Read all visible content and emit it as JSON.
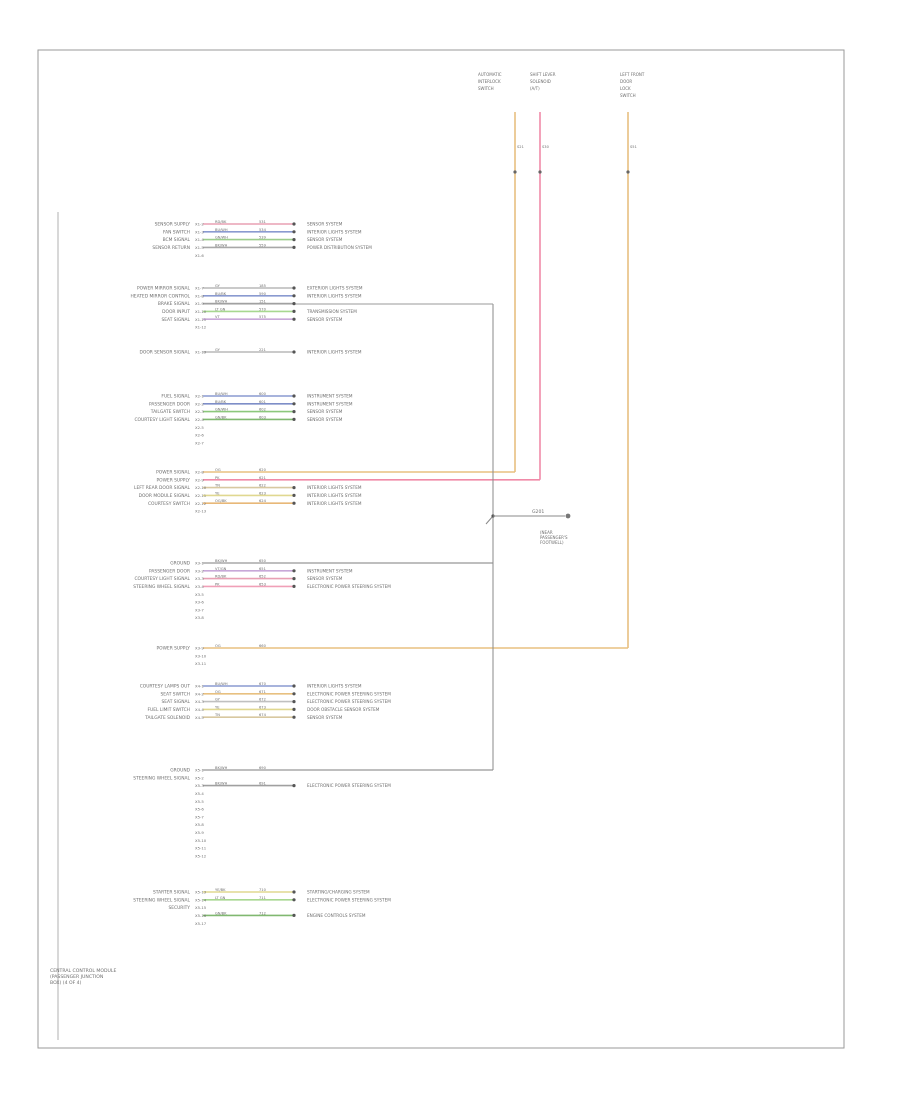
{
  "diagram": {
    "module_title": [
      "CENTRAL CONTROL MODULE",
      "(PASSENGER JUNCTION",
      "BOX) (4 OF 4)"
    ],
    "footer_code": "",
    "top_devices": [
      {
        "lines": [
          "AUTOMATIC",
          "INTERLOCK",
          "SWITCH"
        ],
        "pin": "S21"
      },
      {
        "lines": [
          "SHIFT LEVER",
          "SOLENOID",
          "(A/T)"
        ],
        "pin": "S30"
      },
      {
        "lines": [
          "LEFT FRONT",
          "DOOR",
          "LOCK",
          "SWITCH"
        ],
        "pin": "S51"
      }
    ],
    "ground": {
      "label": "G201",
      "lines": [
        "(NEAR",
        "PASSENGER'S",
        "FOOTWELL)"
      ]
    },
    "groups": [
      {
        "labels": [
          "SENSOR SUPPLY",
          "FAN SWITCH",
          "BCM SIGNAL",
          "SENSOR RETURN"
        ],
        "wires": [
          {
            "pin": "X1-2",
            "code": "RD/BK",
            "num": "531",
            "color": "#e8a0b4",
            "dest": "SENSOR SYSTEM"
          },
          {
            "pin": "X1-3",
            "code": "BU/WH",
            "num": "534",
            "color": "#8a9ad0",
            "dest": "INTERIOR LIGHTS SYSTEM"
          },
          {
            "pin": "X1-4",
            "code": "GN/WH",
            "num": "539",
            "color": "#9ccc8c",
            "dest": "SENSOR SYSTEM"
          },
          {
            "pin": "X1-5",
            "code": "BK/WH",
            "num": "559",
            "color": "#a8a8a8",
            "dest": "POWER DISTRIBUTION SYSTEM"
          },
          {
            "pin": "X1-6",
            "code": "",
            "num": "",
            "color": "",
            "dest": ""
          }
        ]
      },
      {
        "labels": [
          "POWER MIRROR SIGNAL",
          "HEATED MIRROR CONTROL",
          "BRAKE SIGNAL",
          "DOOR INPUT",
          "SEAT SIGNAL"
        ],
        "wires": [
          {
            "pin": "X1-7",
            "code": "GY",
            "num": "185",
            "color": "#b8b8b8",
            "dest": "EXTERIOR LIGHTS SYSTEM"
          },
          {
            "pin": "X1-8",
            "code": "BU/BK",
            "num": "590",
            "color": "#8a9ad0",
            "dest": "INTERIOR LIGHTS SYSTEM"
          },
          {
            "pin": "X1-9",
            "code": "BK/WH",
            "num": "151",
            "color": "#a8a8a8",
            "dest": ""
          },
          {
            "pin": "X1-10",
            "code": "LT GN",
            "num": "570",
            "color": "#a8d890",
            "dest": "TRANSMISSION SYSTEM"
          },
          {
            "pin": "X1-11",
            "code": "VT",
            "num": "575",
            "color": "#c8a8d8",
            "dest": "SENSOR SYSTEM"
          },
          {
            "pin": "X1-12",
            "code": "",
            "num": "",
            "color": "",
            "dest": ""
          }
        ]
      },
      {
        "labels": [
          "DOOR SENSOR SIGNAL"
        ],
        "wires": [
          {
            "pin": "X1-13",
            "code": "GY",
            "num": "221",
            "color": "#b8b8b8",
            "dest": "INTERIOR LIGHTS SYSTEM"
          }
        ]
      },
      {
        "labels": [
          "FUEL SIGNAL",
          "PASSENGER DOOR",
          "TAILGATE SWITCH",
          "COURTESY LIGHT SIGNAL"
        ],
        "wires": [
          {
            "pin": "X2-1",
            "code": "BU/WH",
            "num": "600",
            "color": "#8a9ad0",
            "dest": "INSTRUMENT SYSTEM"
          },
          {
            "pin": "X2-2",
            "code": "BU/BK",
            "num": "601",
            "color": "#7e8ec8",
            "dest": "INSTRUMENT SYSTEM"
          },
          {
            "pin": "X2-3",
            "code": "GN/WH",
            "num": "602",
            "color": "#8cc87c",
            "dest": "SENSOR SYSTEM"
          },
          {
            "pin": "X2-4",
            "code": "GN/BK",
            "num": "603",
            "color": "#80b870",
            "dest": "SENSOR SYSTEM"
          },
          {
            "pin": "X2-5",
            "code": "",
            "num": "",
            "color": "",
            "dest": ""
          },
          {
            "pin": "X2-6",
            "code": "",
            "num": "",
            "color": "",
            "dest": ""
          },
          {
            "pin": "X2-7",
            "code": "",
            "num": "",
            "color": "",
            "dest": ""
          }
        ]
      },
      {
        "labels": [
          "POWER SIGNAL",
          "POWER SUPPLY",
          "LEFT REAR DOOR SIGNAL",
          "DOOR MODULE SIGNAL",
          "COURTESY SWITCH"
        ],
        "wires": [
          {
            "pin": "X2-8",
            "code": "OG",
            "num": "620",
            "color": "#e8c080",
            "dest": "",
            "route": "s21"
          },
          {
            "pin": "X2-9",
            "code": "PK",
            "num": "621",
            "color": "#f08aa8",
            "dest": "",
            "route": "s30"
          },
          {
            "pin": "X2-10",
            "code": "TN",
            "num": "622",
            "color": "#d8c8a0",
            "dest": "INTERIOR LIGHTS SYSTEM"
          },
          {
            "pin": "X2-11",
            "code": "YE",
            "num": "623",
            "color": "#e0d890",
            "dest": "INTERIOR LIGHTS SYSTEM"
          },
          {
            "pin": "X2-12",
            "code": "OG/BK",
            "num": "624",
            "color": "#e8b878",
            "dest": "INTERIOR LIGHTS SYSTEM"
          },
          {
            "pin": "X2-13",
            "code": "",
            "num": "",
            "color": "",
            "dest": ""
          }
        ]
      },
      {
        "labels": [
          "GROUND",
          "PASSENGER DOOR",
          "COURTESY LIGHT SIGNAL",
          "STEERING WHEEL SIGNAL"
        ],
        "wires": [
          {
            "pin": "X3-1",
            "code": "BK/WH",
            "num": "650",
            "color": "#a8a8a8",
            "dest": "",
            "route": "ground"
          },
          {
            "pin": "X3-2",
            "code": "VT/GN",
            "num": "651",
            "color": "#c8a8d8",
            "dest": "INSTRUMENT SYSTEM"
          },
          {
            "pin": "X3-3",
            "code": "RD/BK",
            "num": "652",
            "color": "#e8a0b4",
            "dest": "SENSOR SYSTEM"
          },
          {
            "pin": "X3-4",
            "code": "PK",
            "num": "653",
            "color": "#f0a0b8",
            "dest": "ELECTRONIC POWER STEERING SYSTEM"
          },
          {
            "pin": "X3-5",
            "code": "",
            "num": "",
            "color": "",
            "dest": ""
          },
          {
            "pin": "X3-6",
            "code": "",
            "num": "",
            "color": "",
            "dest": ""
          },
          {
            "pin": "X3-7",
            "code": "",
            "num": "",
            "color": "",
            "dest": ""
          },
          {
            "pin": "X3-8",
            "code": "",
            "num": "",
            "color": "",
            "dest": ""
          }
        ]
      },
      {
        "labels": [
          "POWER SUPPLY"
        ],
        "wires": [
          {
            "pin": "X3-9",
            "code": "OG",
            "num": "660",
            "color": "#e8c080",
            "dest": "",
            "route": "s51"
          },
          {
            "pin": "X3-10",
            "code": "",
            "num": "",
            "color": "",
            "dest": ""
          },
          {
            "pin": "X3-11",
            "code": "",
            "num": "",
            "color": "",
            "dest": ""
          }
        ]
      },
      {
        "labels": [
          "COURTESY LAMPS OUT",
          "SEAT SWITCH",
          "SEAT SIGNAL",
          "FUEL LIMIT SWITCH",
          "TAILGATE SOLENOID"
        ],
        "wires": [
          {
            "pin": "X4-1",
            "code": "BU/WH",
            "num": "670",
            "color": "#8a9ad0",
            "dest": "INTERIOR LIGHTS SYSTEM"
          },
          {
            "pin": "X4-2",
            "code": "OG",
            "num": "671",
            "color": "#e8c080",
            "dest": "ELECTRONIC POWER STEERING SYSTEM"
          },
          {
            "pin": "X4-3",
            "code": "GY",
            "num": "672",
            "color": "#c0c0c0",
            "dest": "ELECTRONIC POWER STEERING SYSTEM"
          },
          {
            "pin": "X4-4",
            "code": "YE",
            "num": "673",
            "color": "#e0d890",
            "dest": "DOOR OBSTACLE SENSOR SYSTEM"
          },
          {
            "pin": "X4-5",
            "code": "TN",
            "num": "674",
            "color": "#d8c8a0",
            "dest": "SENSOR SYSTEM"
          }
        ]
      },
      {
        "labels": [
          "GROUND",
          "STEERING WHEEL SIGNAL"
        ],
        "wires": [
          {
            "pin": "X5-1",
            "code": "BK/WH",
            "num": "690",
            "color": "#a8a8a8",
            "dest": "",
            "route": "ground"
          },
          {
            "pin": "X5-2",
            "code": "",
            "num": "",
            "color": "",
            "dest": ""
          },
          {
            "pin": "X5-3",
            "code": "BK/WH",
            "num": "691",
            "color": "#a0a0a0",
            "dest": "ELECTRONIC POWER STEERING SYSTEM"
          },
          {
            "pin": "X5-4",
            "code": "",
            "num": "",
            "color": "",
            "dest": ""
          },
          {
            "pin": "X5-5",
            "code": "",
            "num": "",
            "color": "",
            "dest": ""
          },
          {
            "pin": "X5-6",
            "code": "",
            "num": "",
            "color": "",
            "dest": ""
          },
          {
            "pin": "X5-7",
            "code": "",
            "num": "",
            "color": "",
            "dest": ""
          },
          {
            "pin": "X5-8",
            "code": "",
            "num": "",
            "color": "",
            "dest": ""
          },
          {
            "pin": "X5-9",
            "code": "",
            "num": "",
            "color": "",
            "dest": ""
          },
          {
            "pin": "X5-10",
            "code": "",
            "num": "",
            "color": "",
            "dest": ""
          },
          {
            "pin": "X5-11",
            "code": "",
            "num": "",
            "color": "",
            "dest": ""
          },
          {
            "pin": "X5-12",
            "code": "",
            "num": "",
            "color": "",
            "dest": ""
          }
        ]
      },
      {
        "labels": [
          "STARTER SIGNAL",
          "STEERING WHEEL SIGNAL",
          "SECURITY"
        ],
        "wires": [
          {
            "pin": "X5-13",
            "code": "YE/BK",
            "num": "710",
            "color": "#e0d890",
            "dest": "STARTING/CHARGING SYSTEM"
          },
          {
            "pin": "X5-14",
            "code": "LT GN",
            "num": "711",
            "color": "#a8d890",
            "dest": "ELECTRONIC POWER STEERING SYSTEM"
          },
          {
            "pin": "X5-15",
            "code": "",
            "num": "",
            "color": "",
            "dest": ""
          },
          {
            "pin": "X5-16",
            "code": "GN/BK",
            "num": "712",
            "color": "#80b870",
            "dest": "ENGINE CONTROLS SYSTEM"
          },
          {
            "pin": "X5-17",
            "code": "",
            "num": "",
            "color": "",
            "dest": ""
          }
        ]
      }
    ]
  }
}
